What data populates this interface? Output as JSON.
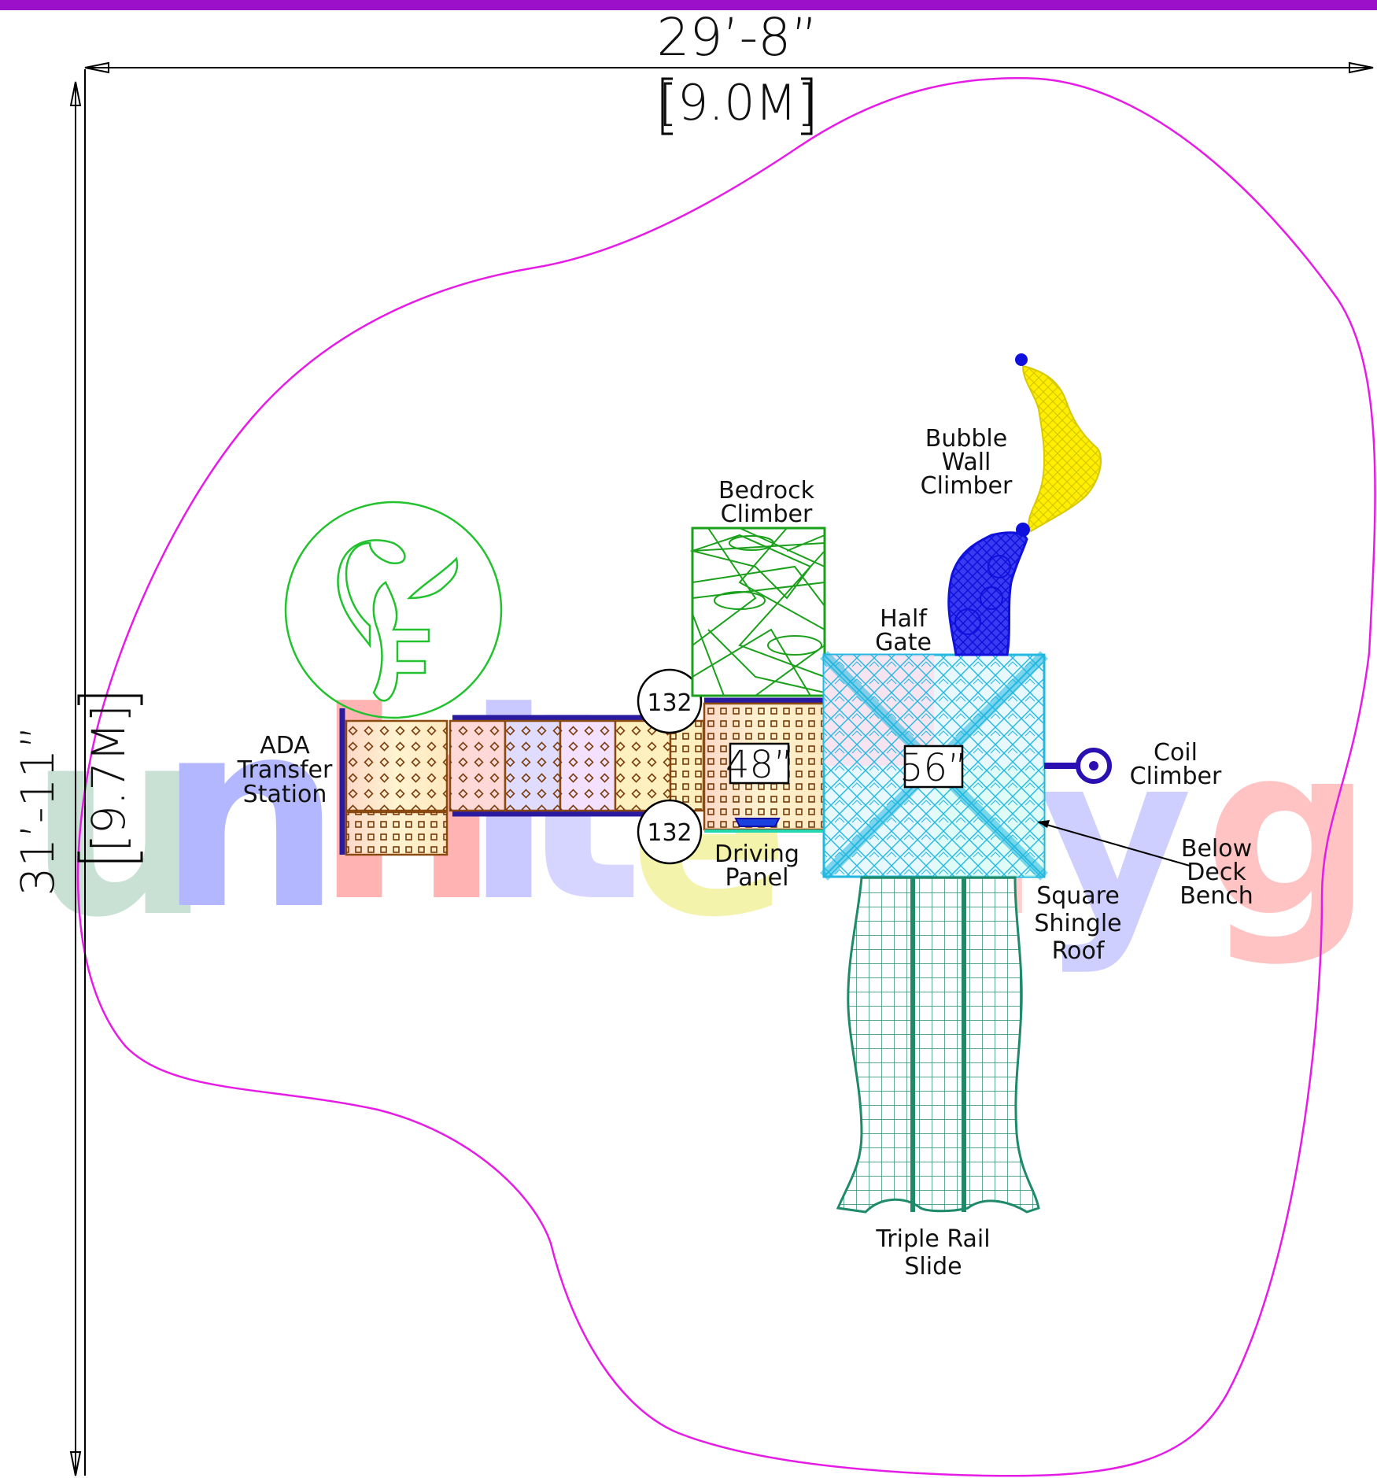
{
  "colors": {
    "top_bar": "#9b10c8",
    "safety_zone": "#e61ce6",
    "dimension_line": "#000000",
    "logo": "#22c22e",
    "deck_panel": "#8a4a10",
    "barrier": "#2a1aa0",
    "roof": "#22b8e0",
    "bedrock": "#1aa01a",
    "slide": "#1e8a6a",
    "bubble_climber": "#ffee00",
    "tube_climber": "#1010dd",
    "coil_climber": "#2a10b0"
  },
  "dimensions": {
    "width_label": "29’-8”",
    "width_metric": "[9.0M]",
    "height_label": "31’-11”",
    "height_metric": "[9.7M]"
  },
  "watermark": {
    "text": "unhitekplayg"
  },
  "deck_heights": {
    "deck_48": "48”",
    "deck_56": "56”"
  },
  "post_tags": [
    "132",
    "132"
  ],
  "components": {
    "ada_transfer": [
      "ADA",
      "Transfer",
      "Station"
    ],
    "bedrock_climber": [
      "Bedrock",
      "Climber"
    ],
    "bubble_wall_climber": [
      "Bubble",
      "Wall",
      "Climber"
    ],
    "half_gate": [
      "Half",
      "Gate"
    ],
    "coil_climber": [
      "Coil",
      "Climber"
    ],
    "below_deck_bench": [
      "Below",
      "Deck",
      "Bench"
    ],
    "square_shingle_roof": [
      "Square",
      "Shingle",
      "Roof"
    ],
    "driving_panel": [
      "Driving",
      "Panel"
    ],
    "triple_rail_slide": [
      "Triple Rail",
      "Slide"
    ]
  }
}
